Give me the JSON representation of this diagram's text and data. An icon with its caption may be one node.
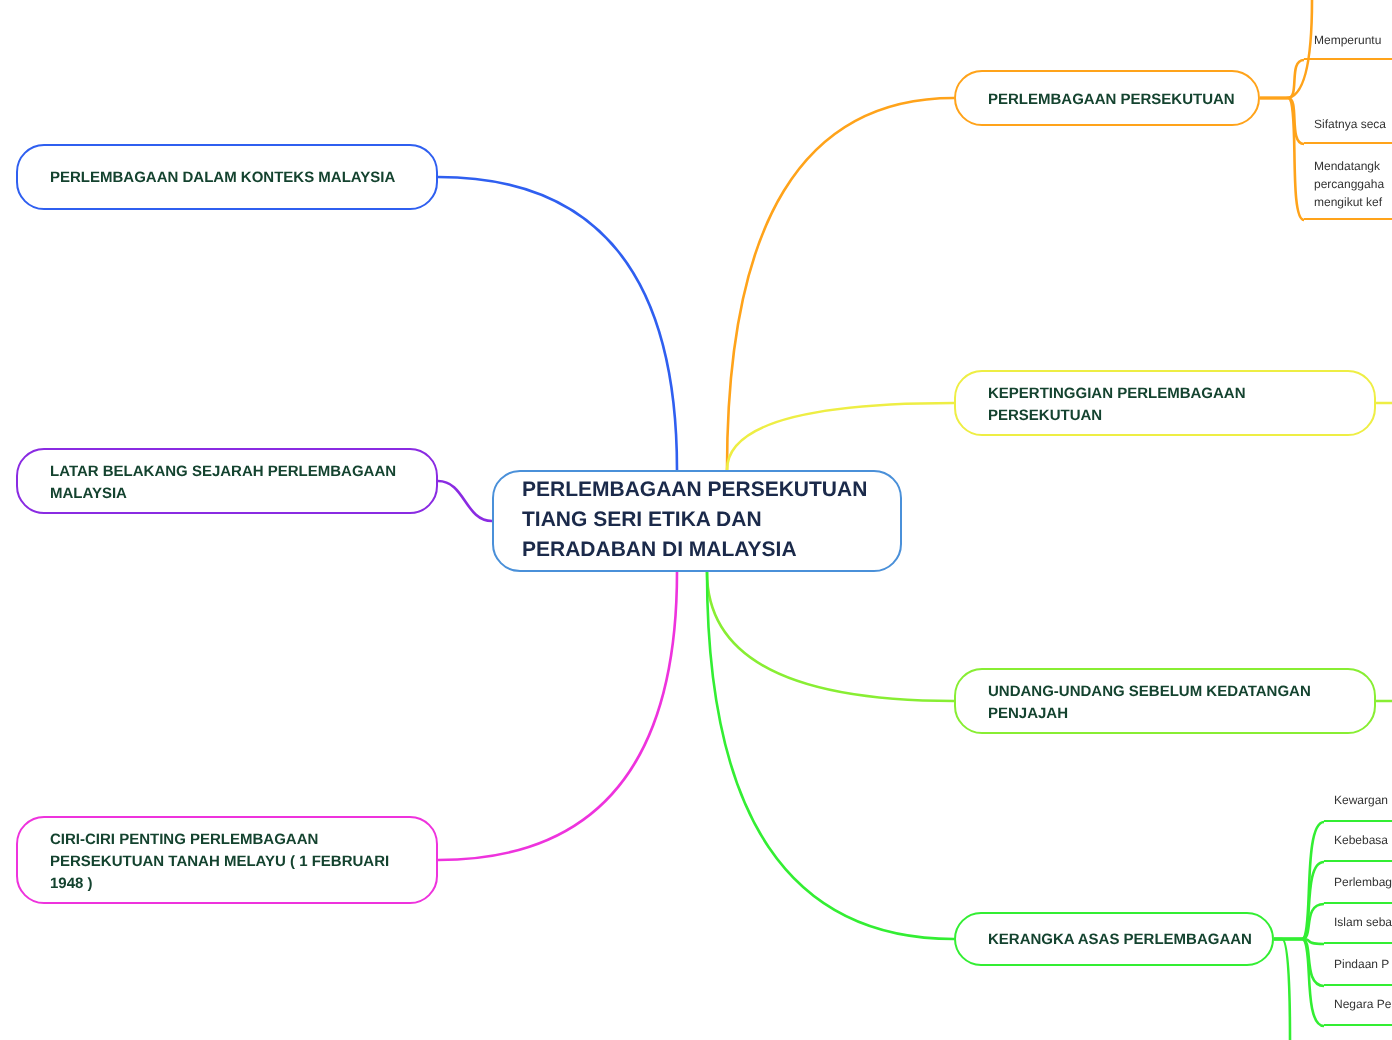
{
  "diagram": {
    "nodes": [
      {
        "text": [
          "PERLEMBAGAAN PERSEKUTUAN TIANG SERI ETIKA DAN PERADABAN DI MALAYSIA"
        ]
      },
      {
        "text": [
          "PERLEMBAGAAN DALAM KONTEKS MALAYSIA"
        ]
      },
      {
        "text": [
          "LATAR BELAKANG SEJARAH PERLEMBAGAAN MALAYSIA"
        ]
      },
      {
        "text": [
          "CIRI-CIRI PENTING PERLEMBAGAAN PERSEKUTUAN TANAH MELAYU ( 1 FEBRUARI 1948 )"
        ]
      },
      {
        "text": [
          "PERLEMBAGAAN PERSEKUTUAN"
        ]
      },
      {
        "text": [
          "Memperuntu"
        ]
      },
      {
        "text": [
          "Sifatnya seca"
        ]
      },
      {
        "text": [
          "Mendatangk percanggaha mengikut kef"
        ]
      },
      {
        "text": [
          "KEPERTINGGIAN PERLEMBAGAAN PERSEKUTUAN"
        ]
      },
      {
        "text": [
          "UNDANG-UNDANG SEBELUM KEDATANGAN PENJAJAH"
        ]
      },
      {
        "text": [
          "KERANGKA ASAS PERLEMBAGAAN"
        ]
      },
      {
        "text": [
          "Kewargan"
        ]
      },
      {
        "text": [
          "Kebebasa"
        ]
      },
      {
        "text": [
          "Perlembag"
        ]
      },
      {
        "text": [
          "Islam seba"
        ]
      },
      {
        "text": [
          "Pindaan P"
        ]
      },
      {
        "text": [
          "Negara Pe"
        ]
      }
    ],
    "edges": [
      {
        "from": 0,
        "to": 1,
        "arrow": "none",
        "color": "#2f5ff0"
      },
      {
        "from": 0,
        "to": 2,
        "arrow": "none",
        "color": "#8a2be2"
      },
      {
        "from": 0,
        "to": 3,
        "arrow": "none",
        "color": "#ee33dd"
      },
      {
        "from": 0,
        "to": 4,
        "arrow": "none",
        "color": "#ffa31a"
      },
      {
        "from": 0,
        "to": 8,
        "arrow": "none",
        "color": "#eeee44"
      },
      {
        "from": 0,
        "to": 9,
        "arrow": "none",
        "color": "#88ee33"
      },
      {
        "from": 0,
        "to": 10,
        "arrow": "none",
        "color": "#33ee33"
      },
      {
        "from": 4,
        "to": null,
        "arrow": "none",
        "color": "#ffa31a"
      },
      {
        "from": 4,
        "to": 5,
        "arrow": "none",
        "color": "#ffa31a"
      },
      {
        "from": 4,
        "to": 6,
        "arrow": "none",
        "color": "#ffa31a"
      },
      {
        "from": 4,
        "to": 7,
        "arrow": "none",
        "color": "#ffa31a"
      },
      {
        "from": 8,
        "to": null,
        "arrow": "none",
        "color": "#eeee44"
      },
      {
        "from": 9,
        "to": null,
        "arrow": "none",
        "color": "#88ee33"
      },
      {
        "from": 10,
        "to": 11,
        "arrow": "none",
        "color": "#33ee33"
      },
      {
        "from": 10,
        "to": 12,
        "arrow": "none",
        "color": "#33ee33"
      },
      {
        "from": 10,
        "to": 13,
        "arrow": "none",
        "color": "#33ee33"
      },
      {
        "from": 10,
        "to": 14,
        "arrow": "none",
        "color": "#33ee33"
      },
      {
        "from": 10,
        "to": 15,
        "arrow": "none",
        "color": "#33ee33"
      },
      {
        "from": 10,
        "to": 16,
        "arrow": "none",
        "color": "#33ee33"
      },
      {
        "from": 10,
        "to": null,
        "arrow": "none",
        "color": "#33ee33"
      }
    ]
  }
}
